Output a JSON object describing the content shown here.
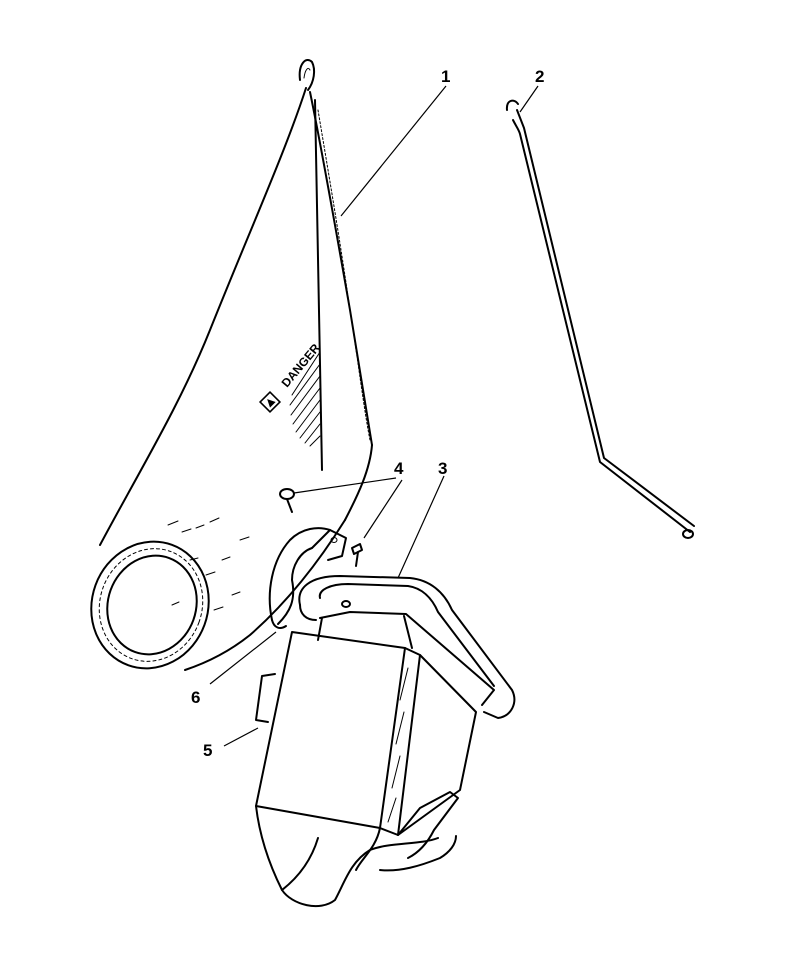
{
  "callouts": {
    "c1": "1",
    "c2": "2",
    "c3": "3",
    "c4": "4",
    "c5": "5",
    "c6": "6"
  },
  "decal": {
    "text": "DANGER"
  }
}
